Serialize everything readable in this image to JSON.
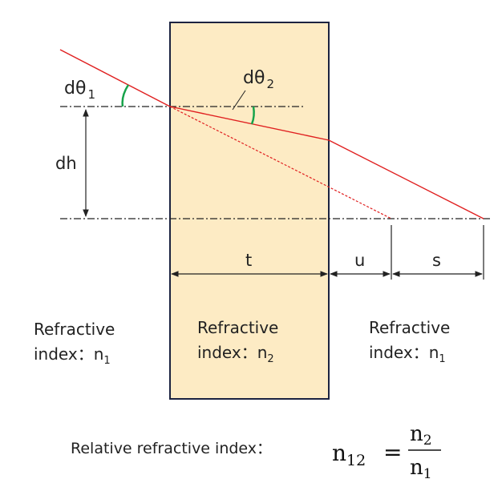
{
  "angles": {
    "theta1": "dθ",
    "theta1_sub": "1",
    "theta2": "dθ",
    "theta2_sub": "2"
  },
  "distances": {
    "dh": "dh",
    "t": "t",
    "u": "u",
    "s": "s"
  },
  "regions": {
    "left": {
      "line1": "Refractive",
      "line2": "index：n",
      "sub": "1"
    },
    "middle": {
      "line1": "Refractive",
      "line2": "index：n",
      "sub": "2"
    },
    "right": {
      "line1": "Refractive",
      "line2": "index：n",
      "sub": "1"
    }
  },
  "formula": {
    "prefix": "Relative refractive index：",
    "lhs": "n",
    "lhs_sub": "12",
    "equals": "=",
    "num": "n",
    "num_sub": "2",
    "den": "n",
    "den_sub": "1"
  },
  "colors": {
    "slab_fill": "#fdebc4",
    "slab_stroke": "#1c2340",
    "ray": "#e02020",
    "angle_arc": "#16a34a",
    "line": "#222222"
  }
}
